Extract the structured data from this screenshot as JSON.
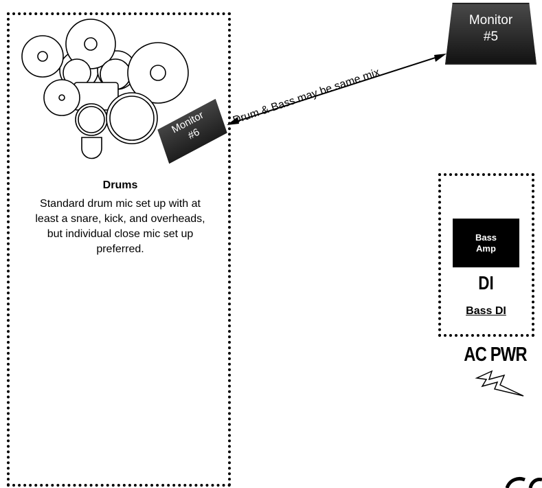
{
  "drums": {
    "title": "Drums",
    "description": "Standard drum mic set up with at least a snare, kick, and overheads, but individual close mic set up preferred."
  },
  "monitor5": {
    "name": "Monitor",
    "number": "#5"
  },
  "monitor6": {
    "name": "Monitor",
    "number": "#6"
  },
  "connection": {
    "label": "Drum & Bass may be same mix"
  },
  "bass": {
    "amp_line1": "Bass",
    "amp_line2": "Amp",
    "di_symbol": "DI",
    "di_label": "Bass DI"
  },
  "power": {
    "label": "AC PWR"
  },
  "icons": {
    "drum_kit": "drum-kit-icon",
    "lightning": "lightning-bolt-icon"
  }
}
